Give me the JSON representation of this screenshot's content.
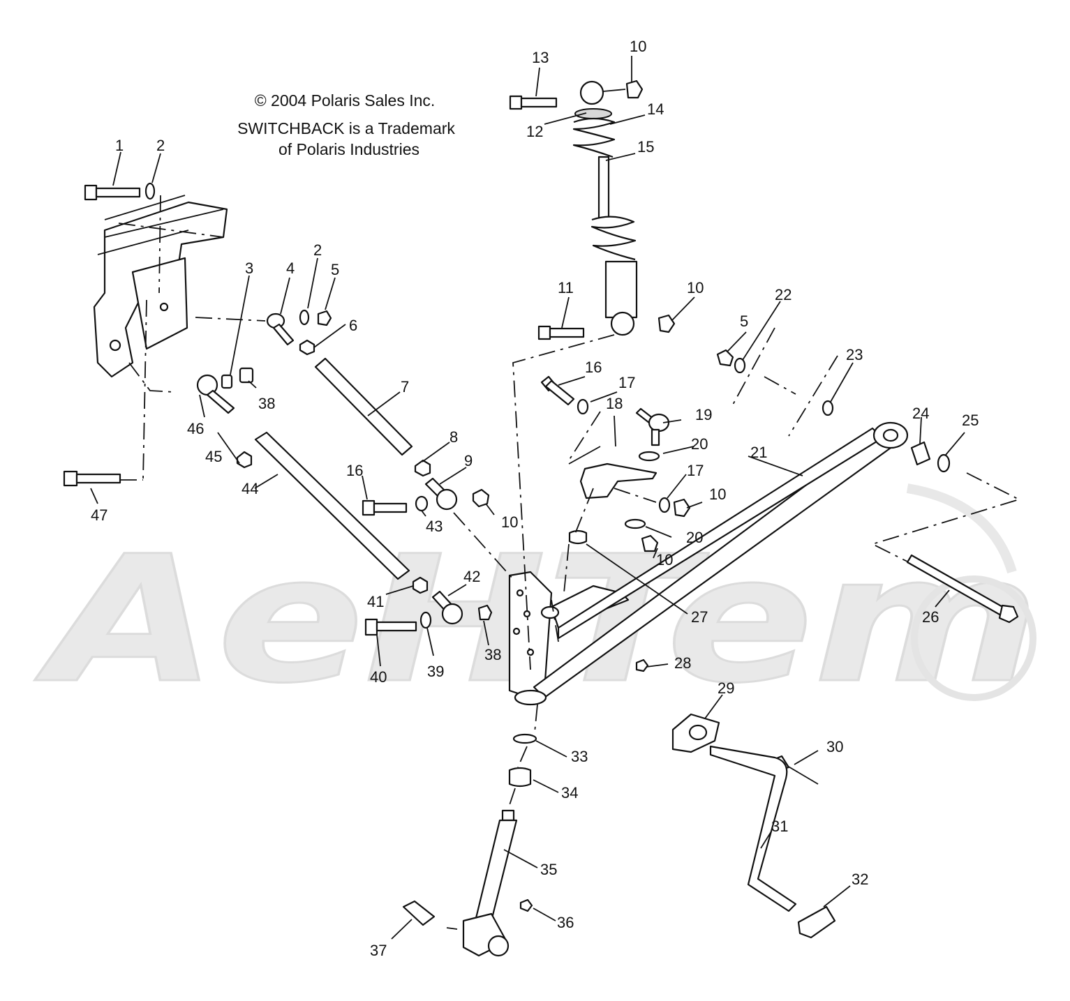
{
  "copyright": {
    "line1": "© 2004 Polaris Sales Inc.",
    "line2": "SWITCHBACK is a Trademark",
    "line3": "of Polaris Industries"
  },
  "watermark": {
    "text": "AeHTem"
  },
  "callouts": {
    "c1": "1",
    "c2a": "2",
    "c2b": "2",
    "c3": "3",
    "c4": "4",
    "c5a": "5",
    "c5b": "5",
    "c6": "6",
    "c7": "7",
    "c8": "8",
    "c9": "9",
    "c10a": "10",
    "c10b": "10",
    "c10c": "10",
    "c10d": "10",
    "c10e": "10",
    "c11": "11",
    "c12": "12",
    "c13": "13",
    "c14": "14",
    "c15": "15",
    "c16a": "16",
    "c16b": "16",
    "c17a": "17",
    "c17b": "17",
    "c18": "18",
    "c19": "19",
    "c20a": "20",
    "c20b": "20",
    "c21": "21",
    "c22": "22",
    "c23": "23",
    "c24": "24",
    "c25": "25",
    "c26": "26",
    "c27": "27",
    "c28": "28",
    "c29": "29",
    "c30": "30",
    "c31": "31",
    "c32": "32",
    "c33": "33",
    "c34": "34",
    "c35": "35",
    "c36": "36",
    "c37": "37",
    "c38a": "38",
    "c38b": "38",
    "c39": "39",
    "c40": "40",
    "c41": "41",
    "c42": "42",
    "c43": "43",
    "c44": "44",
    "c45": "45",
    "c46": "46",
    "c47": "47"
  }
}
